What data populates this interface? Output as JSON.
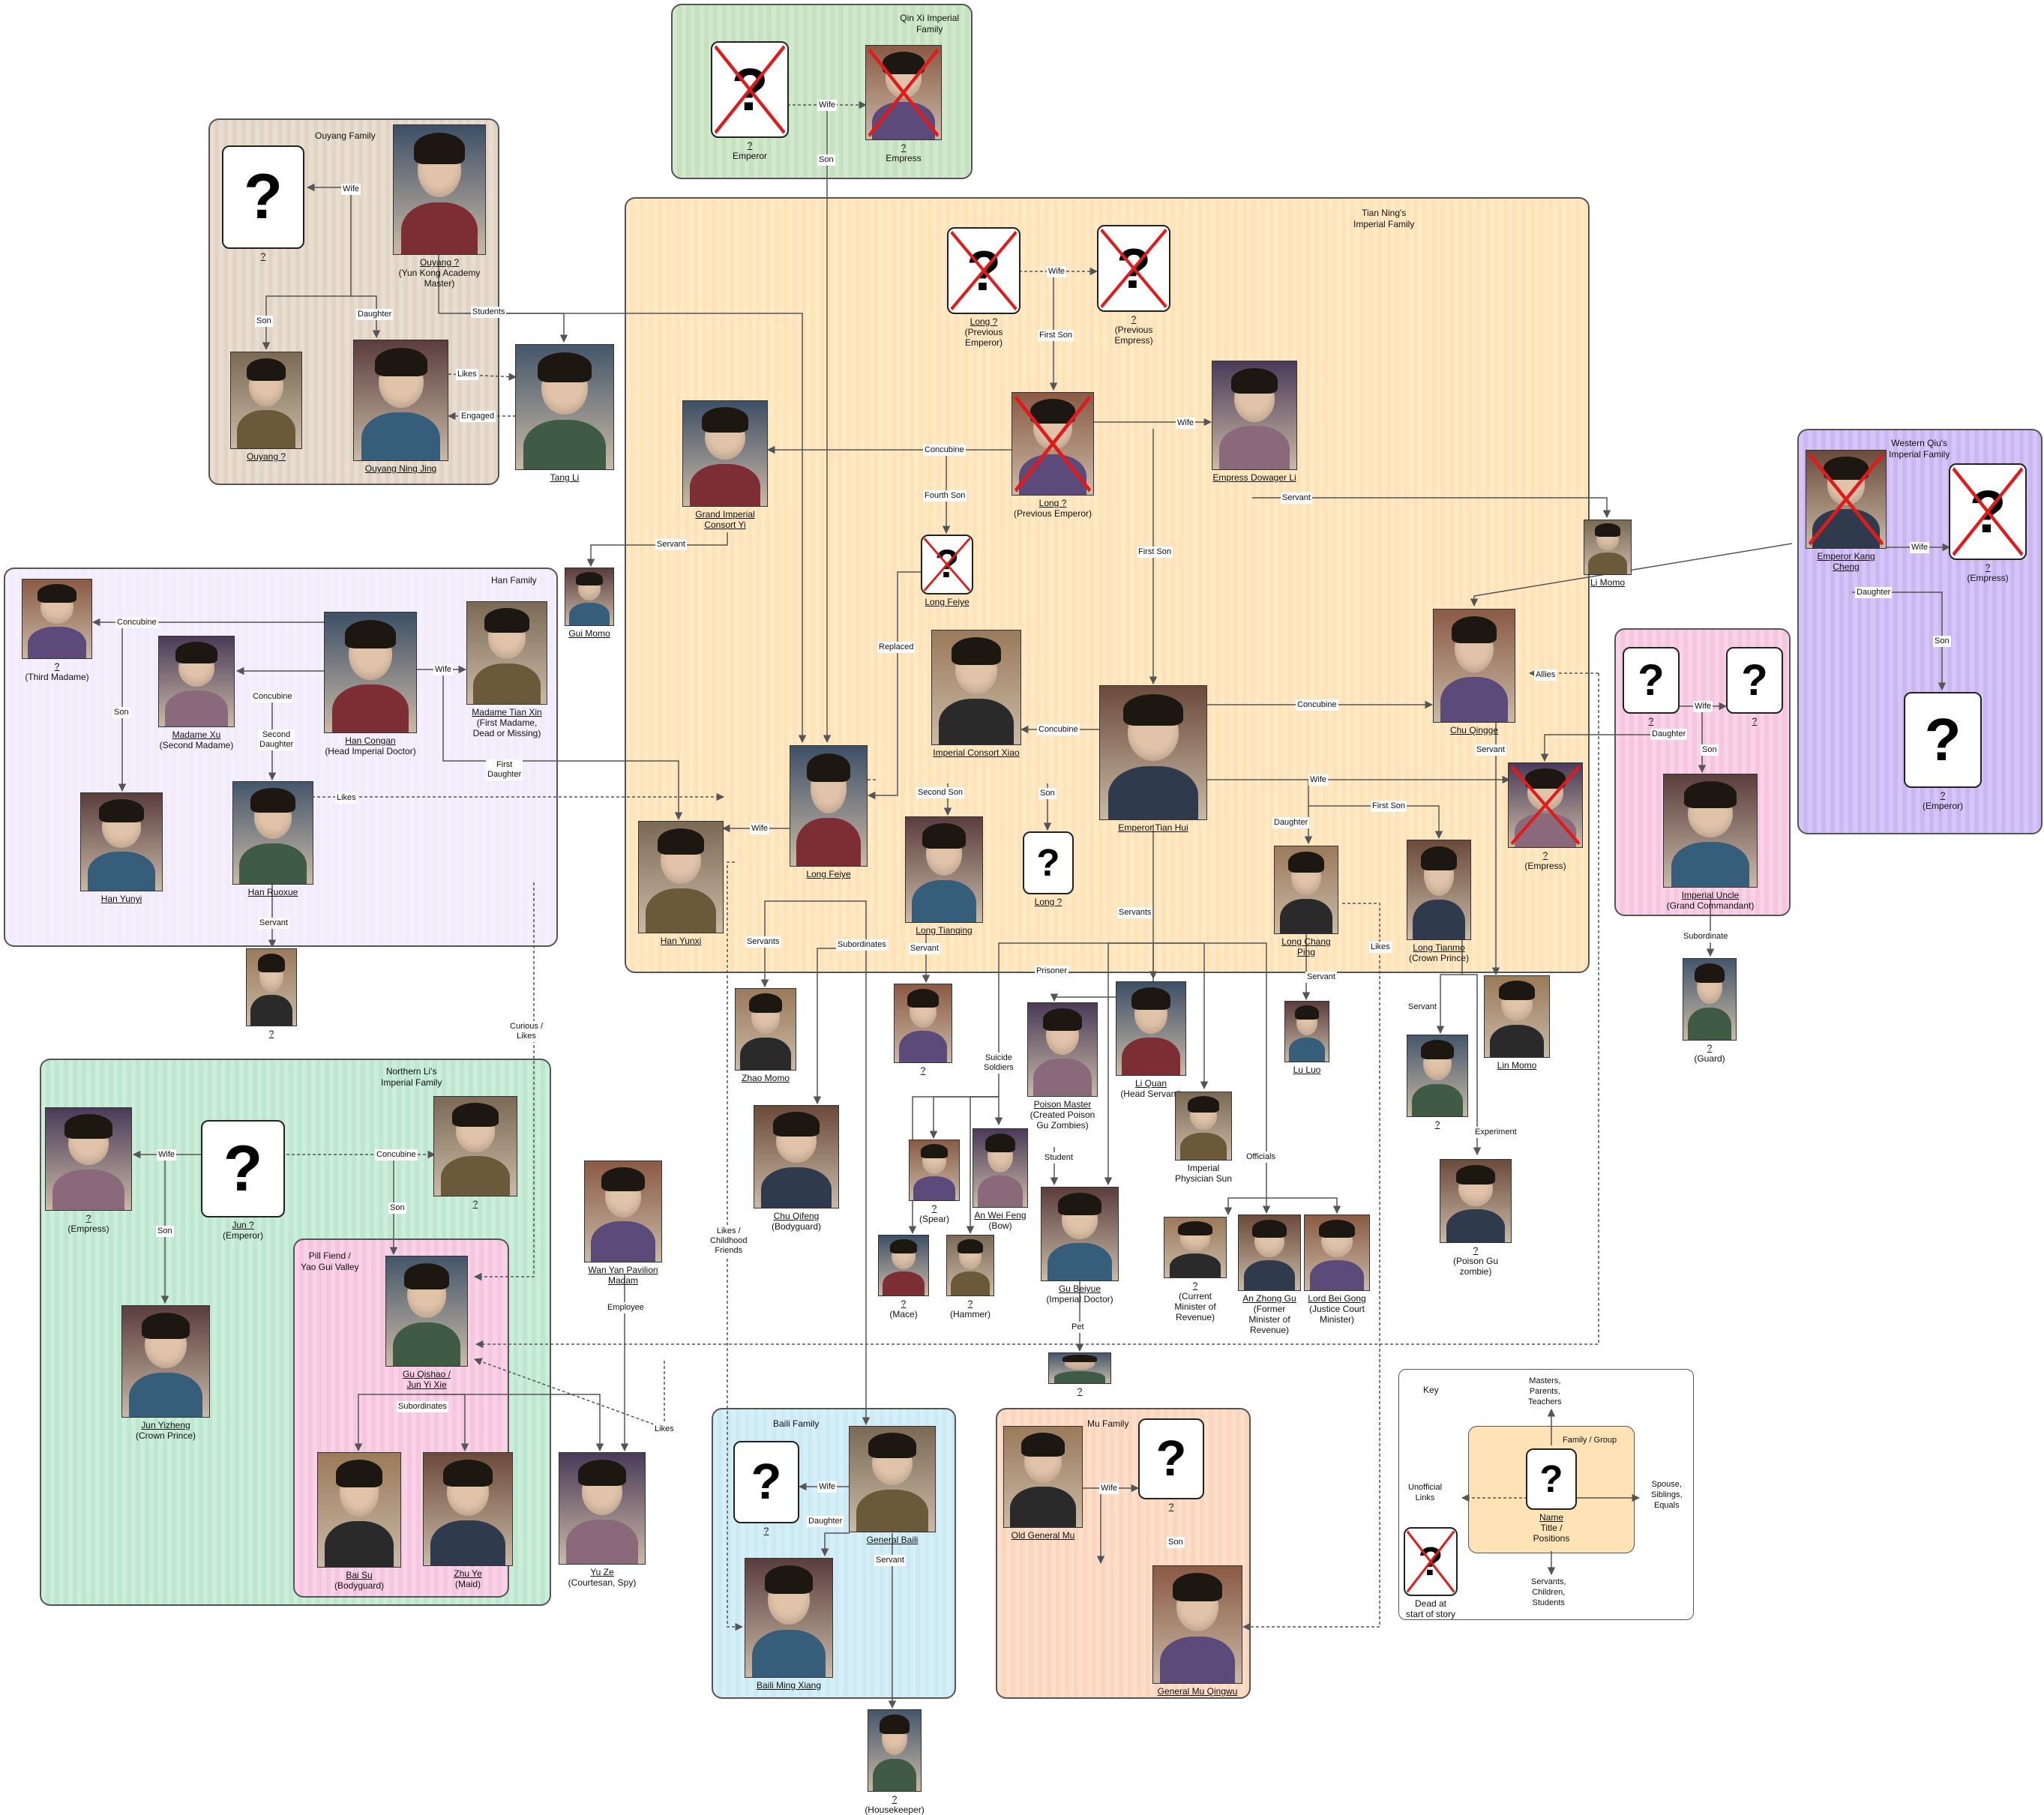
{
  "groups": [
    {
      "id": "qinxi",
      "title": "Qin Xi Imperial\nFamily",
      "color": "#c5e1bf"
    },
    {
      "id": "ouyang",
      "title": "Ouyang Family",
      "color": "#e2d4c4"
    },
    {
      "id": "tianning",
      "title": "Tian Ning's\nImperial Family",
      "color": "#fde3b6"
    },
    {
      "id": "han",
      "title": "Han Family",
      "color": "#f1ebfb"
    },
    {
      "id": "westernqiu",
      "title": "Western Qiu's\nImperial Family",
      "color": "#cbb6f4"
    },
    {
      "id": "pink",
      "title": "",
      "color": "#f6c5df"
    },
    {
      "id": "northernli",
      "title": "Northern Li's\nImperial Family",
      "color": "#bde8cf"
    },
    {
      "id": "pillfiend",
      "title": "Pill Fiend /\nYao Gui Valley",
      "color": "#f6c5df"
    },
    {
      "id": "baili",
      "title": "Baili Family",
      "color": "#cbeaf3"
    },
    {
      "id": "mu",
      "title": "Mu Family",
      "color": "#fbd6bd"
    }
  ],
  "people": [
    {
      "id": "qx_emp",
      "name": "?",
      "title": "Emperor",
      "unknown": true,
      "dead": true
    },
    {
      "id": "qx_empress",
      "name": "?",
      "title": "Empress",
      "unknown": false,
      "dead": true
    },
    {
      "id": "oy_wife",
      "name": "?",
      "title": "",
      "unknown": true,
      "dead": false
    },
    {
      "id": "oy_master",
      "name": "Ouyang ?",
      "title": "(Yun Kong Academy\nMaster)",
      "unknown": false,
      "dead": false
    },
    {
      "id": "oy_son",
      "name": "Ouyang ?",
      "title": "",
      "unknown": false,
      "dead": false
    },
    {
      "id": "oy_ningjing",
      "name": "Ouyang Ning Jing",
      "title": "",
      "unknown": false,
      "dead": false
    },
    {
      "id": "tang_li",
      "name": "Tang Li",
      "title": "",
      "unknown": false,
      "dead": false
    },
    {
      "id": "long_prev",
      "name": "Long ?",
      "title": "(Previous\nEmperor)",
      "unknown": true,
      "dead": true
    },
    {
      "id": "prev_empress",
      "name": "?",
      "title": "(Previous\nEmpress)",
      "unknown": true,
      "dead": true
    },
    {
      "id": "long_prev2",
      "name": "Long ?",
      "title": "(Previous Emperor)",
      "unknown": false,
      "dead": true
    },
    {
      "id": "emp_dowager",
      "name": "Empress Dowager Li",
      "title": "",
      "unknown": false,
      "dead": false
    },
    {
      "id": "consort_yi",
      "name": "Grand Imperial\nConsort Yi",
      "title": "",
      "unknown": false,
      "dead": false
    },
    {
      "id": "li_momo",
      "name": "Li Momo",
      "title": "",
      "unknown": false,
      "dead": false
    },
    {
      "id": "gui_momo",
      "name": "Gui Momo",
      "title": "",
      "unknown": false,
      "dead": false
    },
    {
      "id": "long_feiye_dead",
      "name": "Long Feiye",
      "title": "",
      "unknown": true,
      "dead": true
    },
    {
      "id": "consort_xiao",
      "name": "Imperial Consort Xiao",
      "title": "",
      "unknown": false,
      "dead": false
    },
    {
      "id": "emperor_tianhui",
      "name": "Emperor Tian Hui",
      "title": "",
      "unknown": false,
      "dead": false
    },
    {
      "id": "chu_qingge",
      "name": "Chu Qingge",
      "title": "",
      "unknown": false,
      "dead": false
    },
    {
      "id": "tn_empress",
      "name": "?",
      "title": "(Empress)",
      "unknown": false,
      "dead": true
    },
    {
      "id": "long_feiye",
      "name": "Long Feiye",
      "title": "",
      "unknown": false,
      "dead": false
    },
    {
      "id": "han_yunxi",
      "name": "Han Yunxi",
      "title": "",
      "unknown": false,
      "dead": false
    },
    {
      "id": "long_tianqing",
      "name": "Long Tianqing",
      "title": "",
      "unknown": false,
      "dead": false
    },
    {
      "id": "long_q",
      "name": "Long ?",
      "title": "",
      "unknown": true,
      "dead": false
    },
    {
      "id": "long_changping",
      "name": "Long Chang\nPing",
      "title": "",
      "unknown": false,
      "dead": false
    },
    {
      "id": "long_tianmo",
      "name": "Long Tianmo",
      "title": "(Crown Prince)",
      "unknown": false,
      "dead": false
    },
    {
      "id": "third_madame",
      "name": "?",
      "title": "(Third Madame)",
      "unknown": false,
      "dead": false
    },
    {
      "id": "madame_xu",
      "name": "Madame Xu",
      "title": "(Second Madame)",
      "unknown": false,
      "dead": false
    },
    {
      "id": "han_congan",
      "name": "Han Congan",
      "title": "(Head Imperial Doctor)",
      "unknown": false,
      "dead": false
    },
    {
      "id": "madame_tianxin",
      "name": "Madame Tian Xin",
      "title": "(First Madame,\nDead or Missing)",
      "unknown": false,
      "dead": false
    },
    {
      "id": "han_yunyi",
      "name": "Han Yunyi",
      "title": "",
      "unknown": false,
      "dead": false
    },
    {
      "id": "han_ruoxue",
      "name": "Han Ruoxue",
      "title": "",
      "unknown": false,
      "dead": false
    },
    {
      "id": "han_servant",
      "name": "?",
      "title": "",
      "unknown": false,
      "dead": false
    },
    {
      "id": "emperor_kangcheng",
      "name": "Emperor Kang\nCheng",
      "title": "",
      "unknown": false,
      "dead": true
    },
    {
      "id": "wq_empress",
      "name": "?",
      "title": "(Empress)",
      "unknown": true,
      "dead": true
    },
    {
      "id": "wq_emperor",
      "name": "?",
      "title": "(Emperor)",
      "unknown": true,
      "dead": false
    },
    {
      "id": "pk_a",
      "name": "?",
      "title": "",
      "unknown": true,
      "dead": false
    },
    {
      "id": "pk_b",
      "name": "?",
      "title": "",
      "unknown": true,
      "dead": false
    },
    {
      "id": "imperial_uncle",
      "name": "Imperial Uncle",
      "title": "(Grand Commandant)",
      "unknown": false,
      "dead": false
    },
    {
      "id": "pk_guard",
      "name": "?",
      "title": "(Guard)",
      "unknown": false,
      "dead": false
    },
    {
      "id": "zhao_momo",
      "name": "Zhao Momo",
      "title": "",
      "unknown": false,
      "dead": false
    },
    {
      "id": "chu_qifeng",
      "name": "Chu Qifeng",
      "title": "(Bodyguard)",
      "unknown": false,
      "dead": false
    },
    {
      "id": "tq_servant",
      "name": "?",
      "title": "",
      "unknown": false,
      "dead": false
    },
    {
      "id": "poison_master",
      "name": "Poison Master",
      "title": "(Created Poison\nGu Zombies)",
      "unknown": false,
      "dead": false
    },
    {
      "id": "li_quan",
      "name": "Li Quan",
      "title": "(Head Servant)",
      "unknown": false,
      "dead": false
    },
    {
      "id": "physician_sun",
      "name": "",
      "title": "Imperial\nPhysician Sun",
      "unknown": false,
      "dead": false
    },
    {
      "id": "lu_luo",
      "name": "Lu Luo",
      "title": "",
      "unknown": false,
      "dead": false
    },
    {
      "id": "tm_servant",
      "name": "?",
      "title": "",
      "unknown": false,
      "dead": false
    },
    {
      "id": "lin_momo",
      "name": "Lin Momo",
      "title": "",
      "unknown": false,
      "dead": false
    },
    {
      "id": "gu_zombie",
      "name": "?",
      "title": "(Poison Gu\nzombie)",
      "unknown": false,
      "dead": false
    },
    {
      "id": "spear",
      "name": "?",
      "title": "(Spear)",
      "unknown": false,
      "dead": false
    },
    {
      "id": "an_weifeng",
      "name": "An Wei Feng",
      "title": "(Bow)",
      "unknown": false,
      "dead": false
    },
    {
      "id": "mace",
      "name": "?",
      "title": "(Mace)",
      "unknown": false,
      "dead": false
    },
    {
      "id": "hammer",
      "name": "?",
      "title": "(Hammer)",
      "unknown": false,
      "dead": false
    },
    {
      "id": "gu_beiyue",
      "name": "Gu Beiyue",
      "title": "(Imperial Doctor)",
      "unknown": false,
      "dead": false
    },
    {
      "id": "pet",
      "name": "?",
      "title": "",
      "unknown": false,
      "dead": false
    },
    {
      "id": "min_revenue",
      "name": "?",
      "title": "(Current\nMinister of\nRevenue)",
      "unknown": false,
      "dead": false
    },
    {
      "id": "an_zhonggu",
      "name": "An Zhong Gu",
      "title": "(Former\nMinister of\nRevenue)",
      "unknown": false,
      "dead": false
    },
    {
      "id": "lord_beigong",
      "name": "Lord Bei Gong",
      "title": "(Justice Court\nMinister)",
      "unknown": false,
      "dead": false
    },
    {
      "id": "nl_empress",
      "name": "?",
      "title": "(Empress)",
      "unknown": false,
      "dead": false
    },
    {
      "id": "jun_emperor",
      "name": "Jun ?",
      "title": "(Emperor)",
      "unknown": true,
      "dead": false
    },
    {
      "id": "nl_concubine",
      "name": "?",
      "title": "",
      "unknown": false,
      "dead": false
    },
    {
      "id": "jun_yizheng",
      "name": "Jun Yizheng",
      "title": "(Crown Prince)",
      "unknown": false,
      "dead": false
    },
    {
      "id": "gu_qishao",
      "name": "Gu Qishao /\nJun Yi Xie",
      "title": "",
      "unknown": false,
      "dead": false
    },
    {
      "id": "bai_su",
      "name": "Bai Su",
      "title": "(Bodyguard)",
      "unknown": false,
      "dead": false
    },
    {
      "id": "zhu_ye",
      "name": "Zhu Ye",
      "title": "(Maid)",
      "unknown": false,
      "dead": false
    },
    {
      "id": "wanyan_madam",
      "name": "Wan Yan Pavilion\nMadam",
      "title": "",
      "unknown": false,
      "dead": false
    },
    {
      "id": "yu_ze",
      "name": "Yu Ze",
      "title": "(Courtesan, Spy)",
      "unknown": false,
      "dead": false
    },
    {
      "id": "baili_wife",
      "name": "?",
      "title": "",
      "unknown": true,
      "dead": false
    },
    {
      "id": "general_baili",
      "name": "General Baili",
      "title": "",
      "unknown": false,
      "dead": false
    },
    {
      "id": "baili_mingxiang",
      "name": "Baili Ming Xiang",
      "title": "",
      "unknown": false,
      "dead": false
    },
    {
      "id": "housekeeper",
      "name": "?",
      "title": "(Housekeeper)",
      "unknown": false,
      "dead": false
    },
    {
      "id": "old_general_mu",
      "name": "Old General Mu",
      "title": "",
      "unknown": false,
      "dead": false
    },
    {
      "id": "mu_wife",
      "name": "?",
      "title": "",
      "unknown": true,
      "dead": false
    },
    {
      "id": "general_mu",
      "name": "General Mu Qingwu",
      "title": "",
      "unknown": false,
      "dead": false
    },
    {
      "id": "key_name",
      "name": "Name",
      "title": "Title /\nPositions",
      "unknown": true,
      "dead": false
    },
    {
      "id": "key_dead",
      "name": "",
      "title": "Dead at\nstart of story",
      "unknown": true,
      "dead": true
    }
  ],
  "link_labels": {
    "wife": "Wife",
    "son": "Son",
    "daughter": "Daughter",
    "students": "Students",
    "likes": "Likes",
    "engaged": "Engaged",
    "first_son": "First Son",
    "fourth_son": "Fourth Son",
    "second_son": "Second Son",
    "concubine": "Concubine",
    "servant": "Servant",
    "servants": "Servants",
    "replaced": "Replaced",
    "allies": "Allies",
    "first_daughter": "First\nDaughter",
    "second_daughter": "Second\nDaughter",
    "subordinates": "Subordinates",
    "subordinate": "Subordinate",
    "prisoner": "Prisoner",
    "suicide_soldiers": "Suicide\nSoldiers",
    "student": "Student",
    "pet": "Pet",
    "officials": "Officials",
    "experiment": "Experiment",
    "curious_likes": "Curious /\nLikes",
    "likes_childhood": "Likes /\nChildhood\nFriends",
    "employee": "Employee"
  },
  "key": {
    "title": "Key",
    "up": "Masters,\nParents,\nTeachers",
    "family": "Family / Group",
    "right": "Spouse,\nSiblings,\nEquals",
    "left": "Unofficial\nLinks",
    "down": "Servants,\nChildren,\nStudents"
  },
  "colors": {
    "dead_x": "#e11b1b",
    "line": "#555555"
  }
}
